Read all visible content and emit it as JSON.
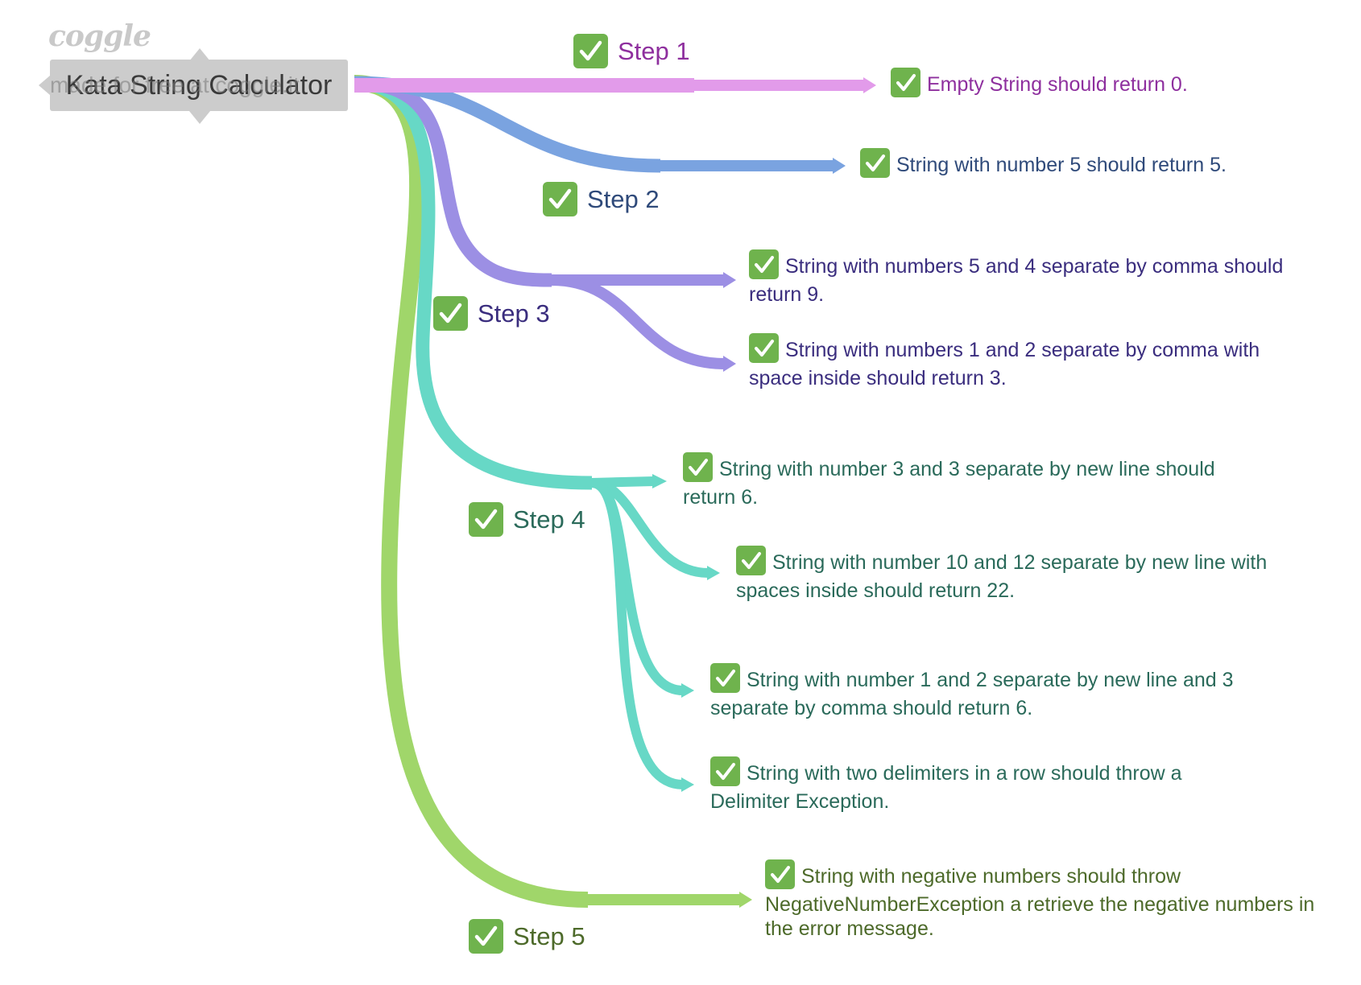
{
  "brand": {
    "logo_text": "coggle"
  },
  "root": {
    "title": "Kata String Calculator",
    "ghost_hint": "made for free at coggle.it"
  },
  "colors": {
    "step1": "#e29bea",
    "step2": "#7aa3e0",
    "step3": "#9c8fe4",
    "step4": "#67d8c6",
    "step5": "#a0d66a",
    "check_fill": "#6fb34d",
    "check_mark": "#ffffff",
    "node_bg": "#cccccc"
  },
  "steps": [
    {
      "label": "Step 1",
      "icon": "checkbox-checked-icon",
      "leaves": [
        {
          "text": "Empty String should return 0.",
          "icon": "checkbox-checked-icon"
        }
      ]
    },
    {
      "label": "Step 2",
      "icon": "checkbox-checked-icon",
      "leaves": [
        {
          "text": "String with number 5 should return 5.",
          "icon": "checkbox-checked-icon"
        }
      ]
    },
    {
      "label": "Step 3",
      "icon": "checkbox-checked-icon",
      "leaves": [
        {
          "text": "String with numbers 5 and 4 separate by comma should return 9.",
          "icon": "checkbox-checked-icon"
        },
        {
          "text": "String with numbers 1 and 2 separate by comma with space inside should return 3.",
          "icon": "checkbox-checked-icon"
        }
      ]
    },
    {
      "label": "Step 4",
      "icon": "checkbox-checked-icon",
      "leaves": [
        {
          "text": "String with number 3 and 3 separate by new line should return 6.",
          "icon": "checkbox-checked-icon"
        },
        {
          "text": "String with number 10 and 12 separate by new line with spaces inside should return 22.",
          "icon": "checkbox-checked-icon"
        },
        {
          "text": "String with number 1 and 2 separate by new line and 3 separate by comma should return 6.",
          "icon": "checkbox-checked-icon"
        },
        {
          "text": "String with two delimiters in a row should throw a Delimiter Exception.",
          "icon": "checkbox-checked-icon"
        }
      ]
    },
    {
      "label": "Step 5",
      "icon": "checkbox-checked-icon",
      "leaves": [
        {
          "text": "String with negative numbers should throw NegativeNumberException a retrieve the negative numbers in the error message.",
          "icon": "checkbox-checked-icon"
        }
      ]
    }
  ]
}
